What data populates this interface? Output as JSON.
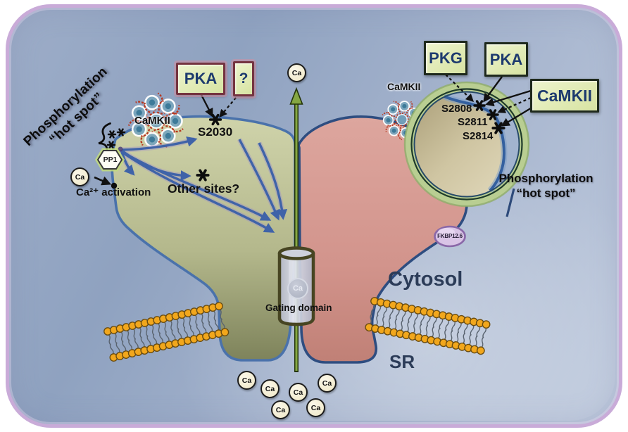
{
  "left_region": {
    "hotspot_line1": "Phosphorylation",
    "hotspot_line2": "“hot spot”",
    "camkii_label": "CaMKII",
    "pka_box_label": "PKA",
    "unknown_box_label": "?",
    "s2030_label": "S2030",
    "other_sites_label": "Other sites?",
    "pp1_label": "PP1",
    "ca_activation_label": "Ca²⁺ activation"
  },
  "right_region": {
    "camkii_label": "CaMKII",
    "pkg_box_label": "PKG",
    "pka_box_label": "PKA",
    "camkii_box_label": "CaMKII",
    "site_labels": [
      "S2808",
      "S2811",
      "S2814"
    ],
    "hotspot_line1": "Phosphorylation",
    "hotspot_line2": "“hot spot”",
    "fkbp_label": "FKBP12.6"
  },
  "center": {
    "gating_domain_label": "Gating domain",
    "pore_ca_label": "Ca"
  },
  "compartments": {
    "cytosol": "Cytosol",
    "sr": "SR"
  },
  "ion_label": "Ca",
  "icons": {
    "phosphosite_marker": "✱",
    "hotspot_brace": "{"
  },
  "colors": {
    "frame_border": "#c9abd8",
    "background": "#9aabc7",
    "left_channel": "#c9cda1",
    "right_channel": "#d79b93",
    "channel_outline": "#4a72ab",
    "enzyme_box_fill": "#dfe8ae",
    "enzyme_box_border_left": "#743440",
    "enzyme_box_border_right": "#1e291c",
    "enzyme_text": "#1d3a6e",
    "signal_arrow_blue": "#3f63a8",
    "flux_arrow_green": "#82a43e",
    "lipid_head": "#f2a71c",
    "ca_ion_fill": "#f6f1da",
    "magnifier_ring": "#b7cd90",
    "fkbp_fill": "#d9c4e6"
  }
}
